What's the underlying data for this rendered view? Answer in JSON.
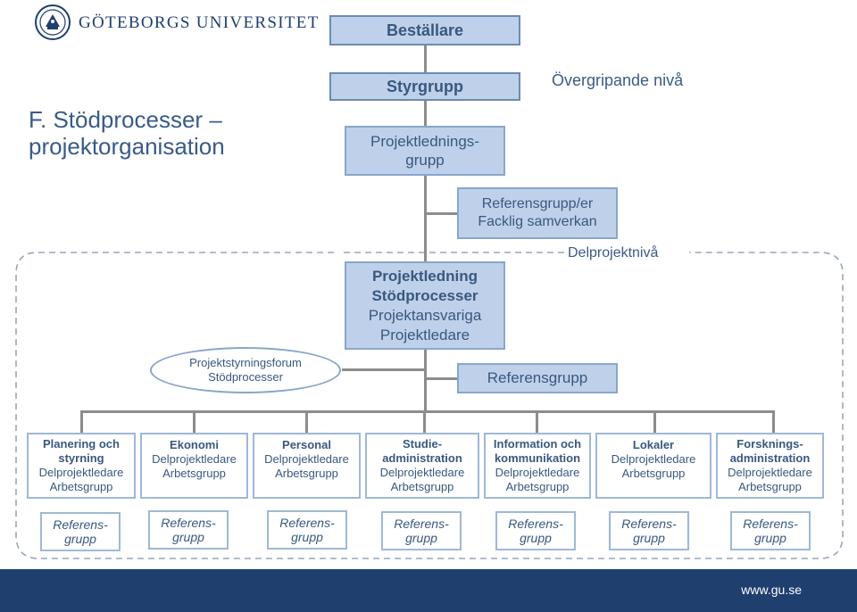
{
  "header": {
    "university": "GÖTEBORGS UNIVERSITET",
    "title_line1": "F. Stödprocesser –",
    "title_line2": "projektorganisation"
  },
  "labels": {
    "overall_level": "Övergripande nivå",
    "subproject_level": "Delprojektnivå"
  },
  "top": {
    "bestallare": "Beställare",
    "styrgrupp": "Styrgrupp",
    "projektledning_line1": "Projektlednings-",
    "projektledning_line2": "grupp",
    "referens_line1": "Referensgrupp/er",
    "referens_line2": "Facklig samverkan"
  },
  "middle": {
    "lead_line1": "Projektledning",
    "lead_line2": "Stödprocesser",
    "lead_line3": "Projektansvariga",
    "lead_line4": "Projektledare",
    "forum_line1": "Projektstyrningsforum",
    "forum_line2": "Stödprocesser",
    "referensgrupp": "Referensgrupp"
  },
  "subprojects": [
    {
      "title1": "Planering och",
      "title2": "styrning",
      "role": "Delprojektledare",
      "group": "Arbetsgrupp"
    },
    {
      "title1": "Ekonomi",
      "title2": "",
      "role": "Delprojektledare",
      "group": "Arbetsgrupp"
    },
    {
      "title1": "Personal",
      "title2": "",
      "role": "Delprojektledare",
      "group": "Arbetsgrupp"
    },
    {
      "title1": "Studie-",
      "title2": "administration",
      "role": "Delprojektledare",
      "group": "Arbetsgrupp"
    },
    {
      "title1": "Information och",
      "title2": "kommunikation",
      "role": "Delprojektledare",
      "group": "Arbetsgrupp"
    },
    {
      "title1": "Lokaler",
      "title2": "",
      "role": "Delprojektledare",
      "group": "Arbetsgrupp"
    },
    {
      "title1": "Forsknings-",
      "title2": "administration",
      "role": "Delprojektledare",
      "group": "Arbetsgrupp"
    }
  ],
  "refgroups": [
    {
      "line1": "Referens-",
      "line2": "grupp"
    },
    {
      "line1": "Referens-",
      "line2": "grupp"
    },
    {
      "line1": "Referens-",
      "line2": "grupp"
    },
    {
      "line1": "Referens-",
      "line2": "grupp"
    },
    {
      "line1": "Referens-",
      "line2": "grupp"
    },
    {
      "line1": "Referens-",
      "line2": "grupp"
    },
    {
      "line1": "Referens-",
      "line2": "grupp"
    }
  ],
  "footer": {
    "url": "www.gu.se"
  }
}
